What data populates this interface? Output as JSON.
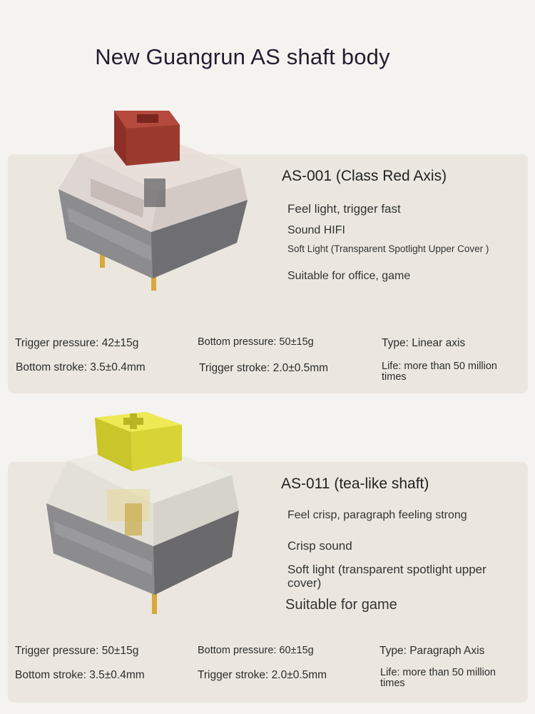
{
  "page_title": "New Guangrun AS shaft body",
  "products": [
    {
      "model": "AS-001 (Class Red Axis)",
      "features": [
        "Feel light, trigger fast",
        "Sound HIFI",
        "Soft Light (Transparent Spotlight Upper Cover )",
        "Suitable for office, game"
      ],
      "specs": {
        "trigger_pressure": "Trigger pressure: 42±15g",
        "bottom_pressure": "Bottom pressure: 50±15g",
        "type": "Type: Linear axis",
        "bottom_stroke": "Bottom stroke: 3.5±0.4mm",
        "trigger_stroke": "Trigger stroke: 2.0±0.5mm",
        "life": "Life: more than 50 million times"
      },
      "stem_color": "#9b3b30"
    },
    {
      "model": "AS-011 (tea-like shaft)",
      "features": [
        "Feel crisp, paragraph feeling strong",
        "Crisp sound",
        "Soft light (transparent spotlight upper cover)",
        "Suitable for game"
      ],
      "specs": {
        "trigger_pressure": "Trigger pressure: 50±15g",
        "bottom_pressure": "Bottom pressure: 60±15g",
        "type": "Type: Paragraph Axis",
        "bottom_stroke": "Bottom stroke: 3.5±0.4mm",
        "trigger_stroke": "Trigger stroke: 2.0±0.5mm",
        "life": "Life: more than 50 million times"
      },
      "stem_color": "#e1dd3a"
    }
  ]
}
